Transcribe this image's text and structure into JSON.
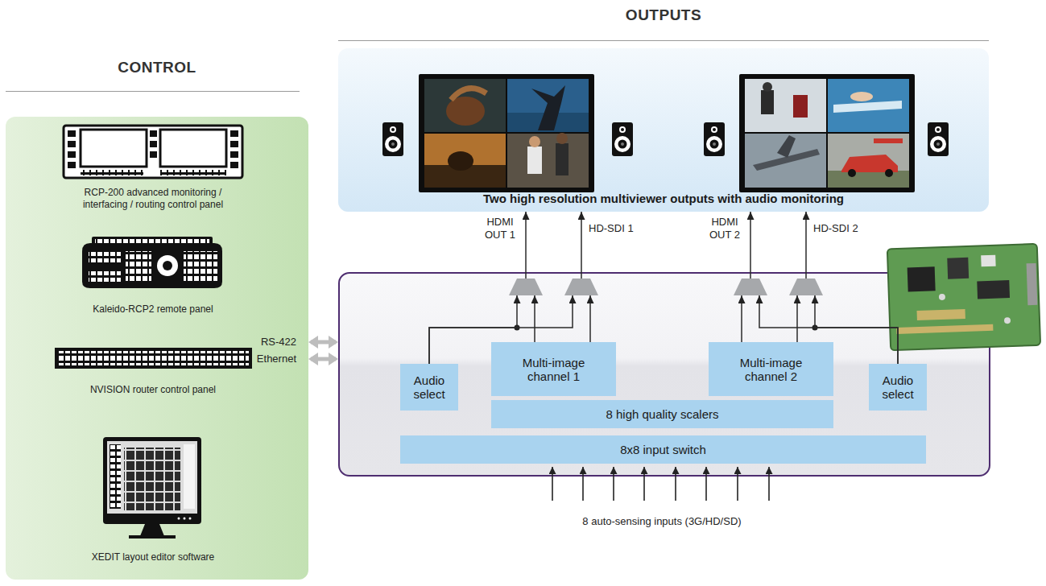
{
  "diagram": {
    "nodes": [
      {
        "text": [
          "CONTROL"
        ]
      },
      {
        "text": [
          "RCP-200 advanced monitoring / interfacing / routing control panel"
        ],
        "in": 0
      },
      {
        "text": [
          "Kaleido-RCP2 remote panel"
        ],
        "in": 0
      },
      {
        "text": [
          "NVISION router control panel"
        ],
        "in": 0
      },
      {
        "text": [
          "XEDIT layout editor software"
        ],
        "in": 0
      },
      {
        "text": [
          "OUTPUTS",
          "Two high resolution multiviewer outputs with audio monitoring"
        ]
      },
      {
        "text": []
      },
      {
        "text": [],
        "in": 6
      },
      {
        "text": [],
        "in": 6
      },
      {
        "text": [],
        "in": 6
      },
      {
        "text": [],
        "in": 6
      },
      {
        "text": [
          "Audio select"
        ],
        "in": 6
      },
      {
        "text": [
          "Multi-image channel 1"
        ],
        "in": 6
      },
      {
        "text": [
          "Multi-image channel 2"
        ],
        "in": 6
      },
      {
        "text": [
          "Audio select"
        ],
        "in": 6
      },
      {
        "text": [
          "8 high quality scalers"
        ],
        "in": 6
      },
      {
        "text": [
          "8x8 input switch"
        ],
        "in": 6
      }
    ],
    "edges": [
      {
        "from": 0,
        "to": 6,
        "arrow": "both",
        "label": "RS-422"
      },
      {
        "from": 0,
        "to": 6,
        "arrow": "both",
        "label": "Ethernet"
      },
      {
        "from": 11,
        "to": 7,
        "arrow": "to"
      },
      {
        "from": 11,
        "to": 8,
        "arrow": "to"
      },
      {
        "from": 12,
        "to": 7,
        "arrow": "to"
      },
      {
        "from": 12,
        "to": 8,
        "arrow": "to"
      },
      {
        "from": 7,
        "to": 5,
        "arrow": "to",
        "label": "HDMI OUT 1"
      },
      {
        "from": 8,
        "to": 5,
        "arrow": "to",
        "label": "HD-SDI 1"
      },
      {
        "from": 13,
        "to": 9,
        "arrow": "to"
      },
      {
        "from": 13,
        "to": 10,
        "arrow": "to"
      },
      {
        "from": 14,
        "to": 9,
        "arrow": "to"
      },
      {
        "from": 14,
        "to": 10,
        "arrow": "to"
      },
      {
        "from": 9,
        "to": 5,
        "arrow": "to",
        "label": "HDMI OUT 2"
      },
      {
        "from": 10,
        "to": 5,
        "arrow": "to",
        "label": "HD-SDI 2"
      }
    ],
    "labels": [
      "8 auto-sensing inputs (3G/HD/SD)"
    ]
  }
}
